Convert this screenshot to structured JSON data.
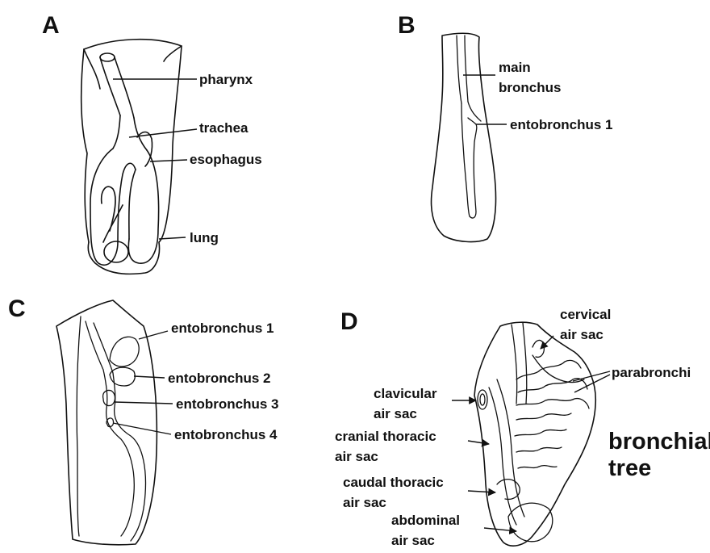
{
  "panels": {
    "a": {
      "letter": "A",
      "labels": {
        "pharynx": "pharynx",
        "trachea": "trachea",
        "esophagus": "esophagus",
        "lung": "lung"
      }
    },
    "b": {
      "letter": "B",
      "labels": {
        "main_bronchus_1": "main",
        "main_bronchus_2": "bronchus",
        "entobronchus_1": "entobronchus 1"
      }
    },
    "c": {
      "letter": "C",
      "labels": {
        "entobronchus_1": "entobronchus 1",
        "entobronchus_2": "entobronchus 2",
        "entobronchus_3": "entobronchus 3",
        "entobronchus_4": "entobronchus 4"
      }
    },
    "d": {
      "letter": "D",
      "labels": {
        "cervical_1": "cervical",
        "cervical_2": "air sac",
        "parabronchi": "parabronchi",
        "clavicular_1": "clavicular",
        "clavicular_2": "air sac",
        "cranial_1": "cranial thoracic",
        "cranial_2": "air sac",
        "caudal_1": "caudal thoracic",
        "caudal_2": "air sac",
        "abdominal_1": "abdominal",
        "abdominal_2": "air sac",
        "bronchial_1": "bronchial",
        "bronchial_2": "tree"
      }
    }
  }
}
